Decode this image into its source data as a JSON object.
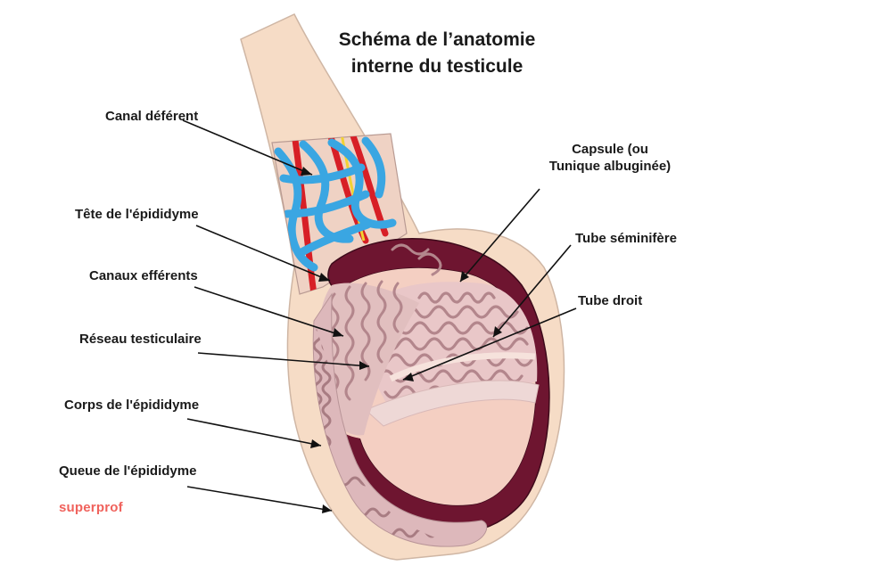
{
  "title": {
    "line1": "Schéma de l’anatomie",
    "line2": "interne du testicule"
  },
  "labels": {
    "canal_deferent": "Canal déférent",
    "tete_epididyme": "Tête de l'épididyme",
    "canaux_efferents": "Canaux efférents",
    "reseau_testiculaire": "Réseau testiculaire",
    "corps_epididyme": "Corps de l'épididyme",
    "queue_epididyme": "Queue de l'épididyme",
    "capsule_line1": "Capsule (ou",
    "capsule_line2": "Tunique albuginée)",
    "tube_seminifere": "Tube séminifère",
    "tube_droit": "Tube droit"
  },
  "brand": "superprof",
  "colors": {
    "skin": "#f6dcc6",
    "capsule": "#6e1530",
    "tissue": "#e7c9c6",
    "tubule": "#b3868c",
    "vein": "#3aa6e2",
    "artery": "#d71f26",
    "brand": "#f0625c"
  }
}
